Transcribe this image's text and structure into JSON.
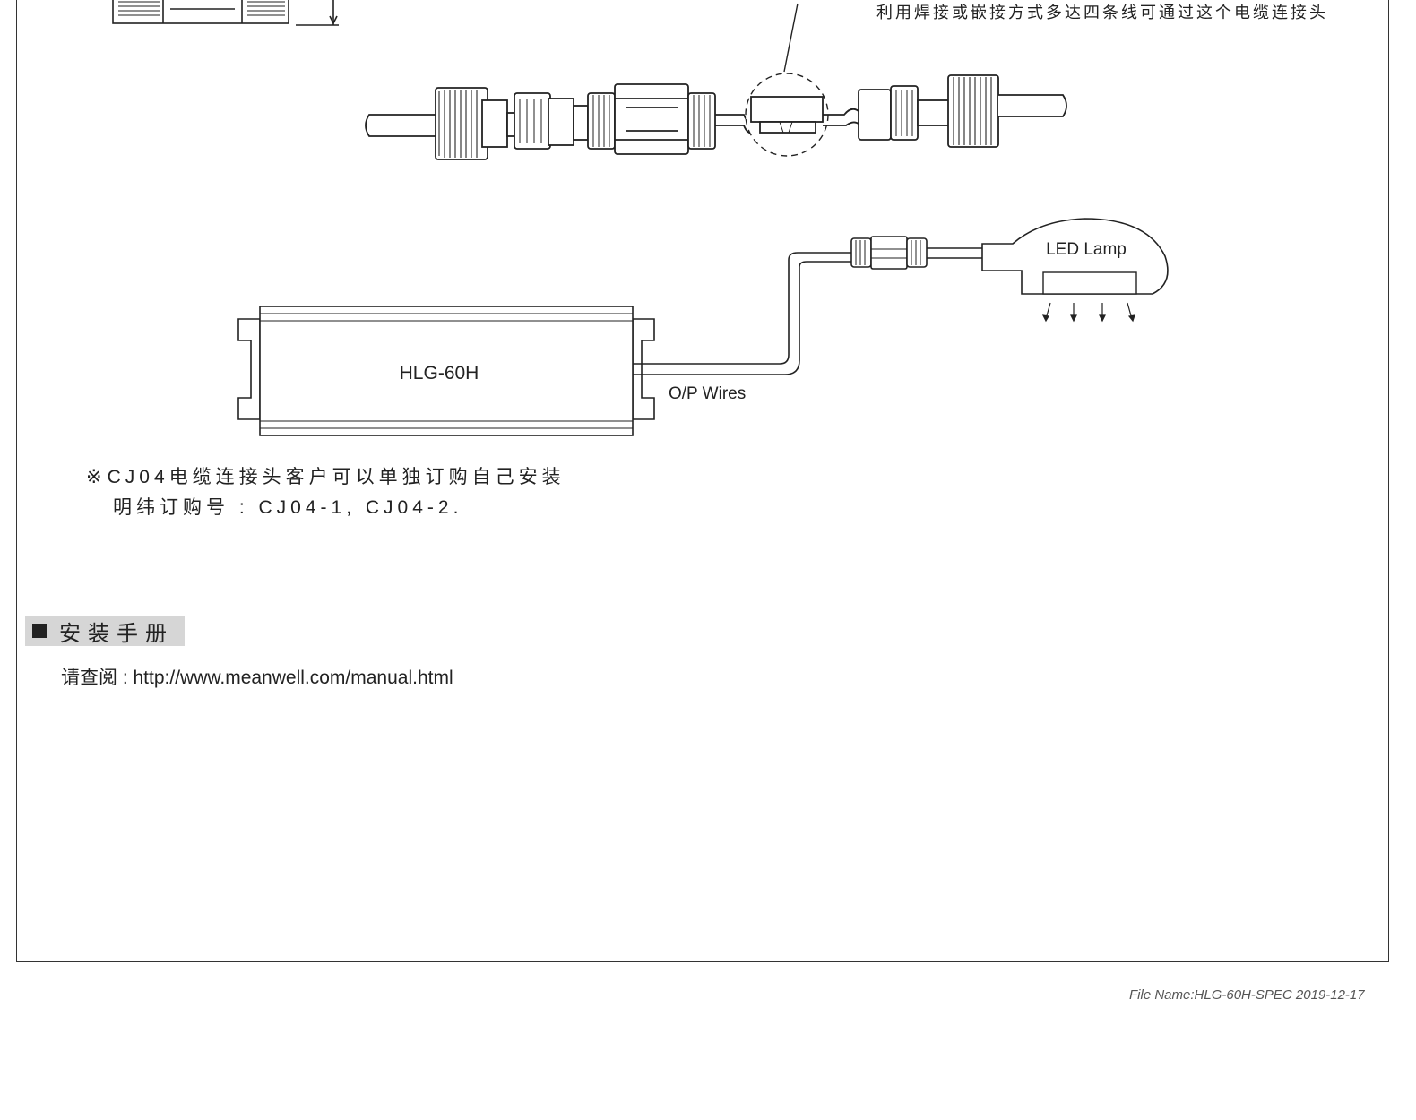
{
  "connector_note": "利用焊接或嵌接方式多达四条线可通过这个电缆连接头",
  "diagram": {
    "driver_label": "HLG-60H",
    "wires_label": "O/P Wires",
    "lamp_label": "LED Lamp"
  },
  "notes": {
    "mark": "※",
    "line1": "CJ04电缆连接头客户可以单独订购自己安装",
    "line2": "明纬订购号 : CJ04-1, CJ04-2."
  },
  "section": {
    "title": "安装手册",
    "reference": "请查阅 : http://www.meanwell.com/manual.html"
  },
  "footer": "File Name:HLG-60H-SPEC   2019-12-17"
}
